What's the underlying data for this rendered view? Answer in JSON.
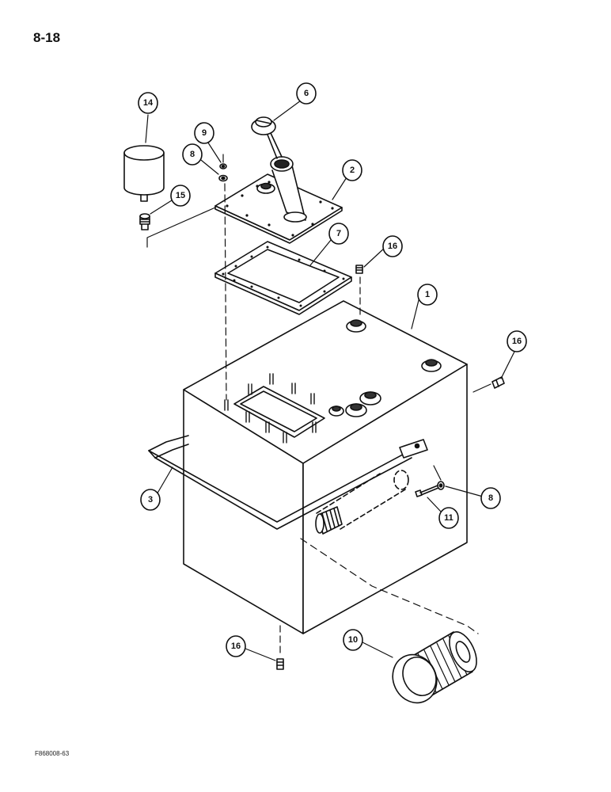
{
  "page_number": "8-18",
  "figure_code": "F868008-63",
  "callouts": [
    {
      "id": "c1",
      "label": "1"
    },
    {
      "id": "c2",
      "label": "2"
    },
    {
      "id": "c3",
      "label": "3"
    },
    {
      "id": "c6",
      "label": "6"
    },
    {
      "id": "c7",
      "label": "7"
    },
    {
      "id": "c8a",
      "label": "8"
    },
    {
      "id": "c8b",
      "label": "8"
    },
    {
      "id": "c9",
      "label": "9"
    },
    {
      "id": "c10",
      "label": "10"
    },
    {
      "id": "c11",
      "label": "11"
    },
    {
      "id": "c14",
      "label": "14"
    },
    {
      "id": "c15",
      "label": "15"
    },
    {
      "id": "c16a",
      "label": "16"
    },
    {
      "id": "c16b",
      "label": "16"
    },
    {
      "id": "c16c",
      "label": "16"
    }
  ]
}
